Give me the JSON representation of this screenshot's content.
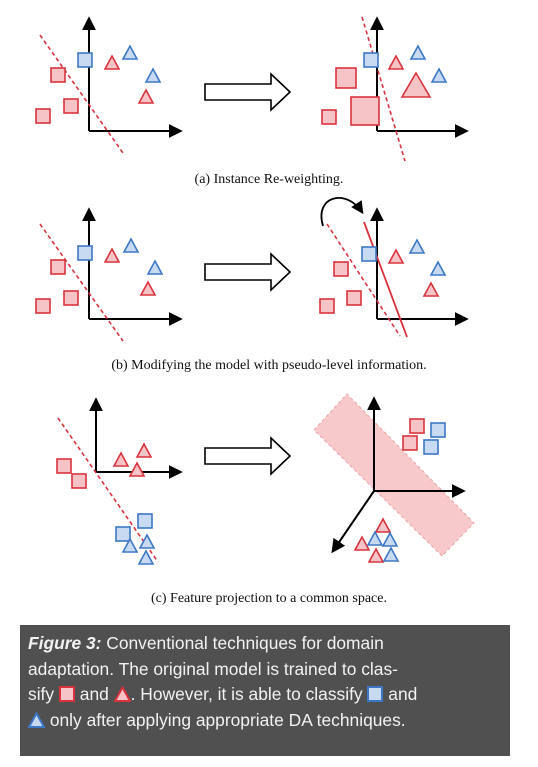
{
  "captions": {
    "a": "(a) Instance Re-weighting.",
    "b": "(b) Modifying the model with pseudo-level information.",
    "c": "(c) Feature projection to a common space."
  },
  "figure_caption": {
    "label": "Figure 3:",
    "line1": "Conventional techniques for domain",
    "line2": "adaptation. The original model is trained to clas-",
    "line3_a": "sify",
    "line3_b": "and",
    "line3_c": ". However, it is able to classify",
    "line3_d": "and",
    "line4": "only after applying appropriate DA techniques."
  },
  "colors": {
    "source_stroke": "#d9333f",
    "source_fill": "#f6c4c6",
    "target_stroke": "#3d78c6",
    "target_fill": "#c8daf1",
    "axis": "#000000",
    "boundary": "#d9333f",
    "band": "#f8c9cb",
    "caption_bg": "#505050",
    "caption_text": "#f2f2f2"
  },
  "icons": {
    "source_class": "red-square-icon",
    "source_class_2": "red-triangle-icon",
    "target_class": "blue-square-icon",
    "target_class_2": "blue-triangle-icon",
    "transform": "right-arrow-icon",
    "rotation": "curved-arrow-icon"
  }
}
